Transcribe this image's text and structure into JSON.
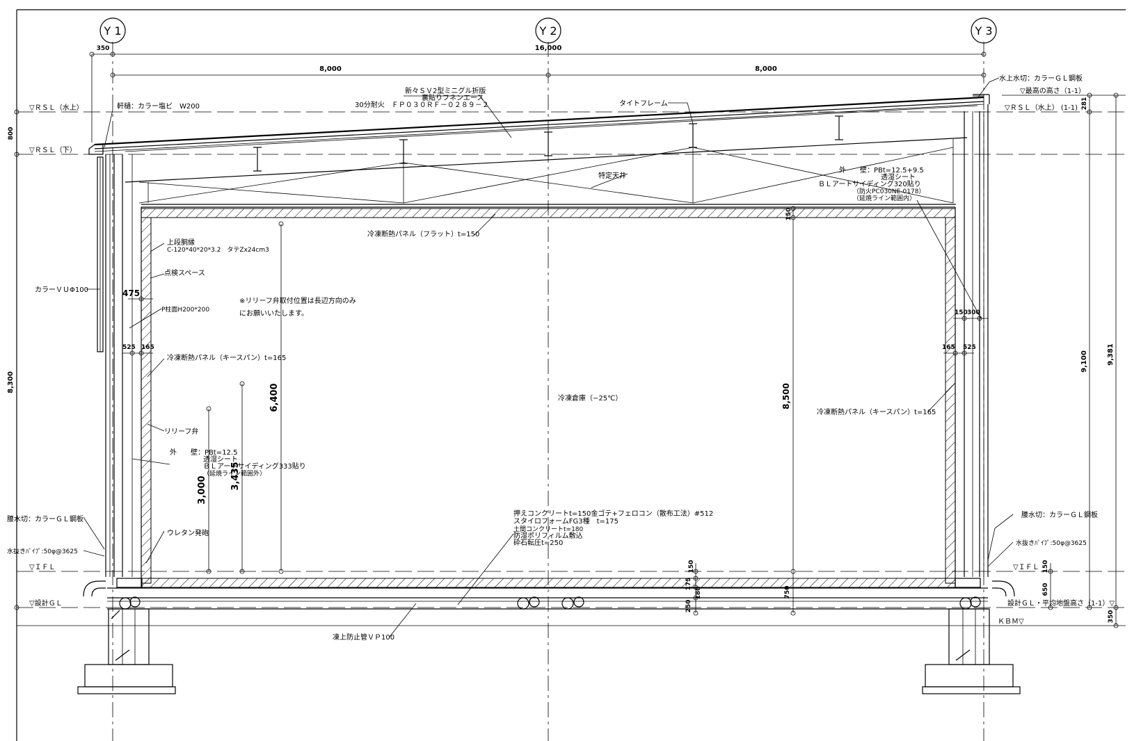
{
  "grid": {
    "y1": "Y 1",
    "y2": "Y 2",
    "y3": "Y 3"
  },
  "dims": {
    "d350_top": "350",
    "d16000": "16,000",
    "d8000_left": "8,000",
    "d8000_right": "8,000",
    "d800": "800",
    "d8300": "8,300",
    "d281": "281",
    "d9100": "9,100",
    "d9381": "9,381",
    "d475": "475",
    "d525_left": "525",
    "d165_left": "165",
    "d6400": "6,400",
    "d3000": "3,000",
    "d3435": "3,435",
    "d150_top": "150",
    "d8500": "8,500",
    "d150_right": "150",
    "d300_right": "300",
    "d165_right": "165",
    "d525_right": "525",
    "d150_floor": "150",
    "d175": "175",
    "d180": "180",
    "d250": "250",
    "d750": "750",
    "d150_gl": "150",
    "d650": "650",
    "d350_bottom": "350"
  },
  "levels": {
    "rsl_up_left": "▽ＲＳＬ（水上）",
    "rsl_down_left": "▽ＲＳＬ（下）",
    "ifl_left": "▽ＩＦＬ",
    "gl_left": "▽設計ＧＬ",
    "max_height": "▽最高の高さ（1-1）",
    "rsl_up_right": "▽ＲＳＬ（水上） (1-1)",
    "ifl_right": "▽ＩＦＬ",
    "gl_right": "設計ＧＬ・平均地盤高さ（1-1）▽",
    "kbm": "ＫＢＭ▽"
  },
  "labels": {
    "roof_1": "新々ＳＶ2型ミニグル折版",
    "roof_2": "裏貼りフネンエース",
    "roof_3": "30分耐火　ＦＰ０３０ＲＦ－０２８９－２",
    "gutter": "軒樋：カラー塩ビ　W200",
    "ridge_flashing": "水上水切：カラーＧＬ鋼板",
    "tight_frame": "タイトフレーム",
    "ceiling": "特定天井",
    "ext_wall_r1": "外　　壁：PBt=12.5+9.5",
    "ext_wall_r2": "透湿シート",
    "ext_wall_r3": "ＢＬアートサイディング320貼り",
    "ext_wall_r4": "（防火PC030NE-0178）",
    "ext_wall_r5": "（延焼ライン範囲内）",
    "panel_flat": "冷凍断熱パネル（フラット）t=150",
    "upper_edge_1": "上段胴縁",
    "upper_edge_2": "C-120*40*20*3.2　タテZx24cm3",
    "inspection": "点検スペース",
    "drain_pipe": "カラーＶＵΦ100",
    "column": "P柱面H200*200",
    "note_1": "※リリーフ弁取付位置は長辺方向のみ",
    "note_2": "にお願いいたします。",
    "panel_keyspan_left": "冷凍断熱パネル（キースパン）t=165",
    "relief_valve": "リリーフ弁",
    "ext_wall_l1": "外　　壁：PBt=12.5",
    "ext_wall_l2": "透湿シート",
    "ext_wall_l3": "ＢＬアートサイディング333貼り",
    "ext_wall_l4": "（延焼ライン範囲外）",
    "room": "冷凍倉庫（−25℃）",
    "panel_keyspan_right": "冷凍断熱パネル（キースパン）t=165",
    "floor_1": "押えコンクリートt=150金ゴテ+フェロコン（散布工法）#512",
    "floor_2": "スタイロフォームFG3種　t=175",
    "floor_3": "土間コンクリートt=180",
    "floor_4": "防湿ポリフィルム敷込",
    "floor_5": "砕石転圧t=250",
    "waist_left": "腰水切：カラーＧＬ鋼板",
    "waist_right": "腰水切：カラーＧＬ鋼板",
    "drain_left": "水抜きﾊﾟｲﾌﾟ:50φ@3625",
    "drain_right": "水抜きﾊﾟｲﾌﾟ:50φ@3625",
    "urethane": "ウレタン発砲",
    "frost_pipe": "凍上防止管ＶＰ100"
  }
}
